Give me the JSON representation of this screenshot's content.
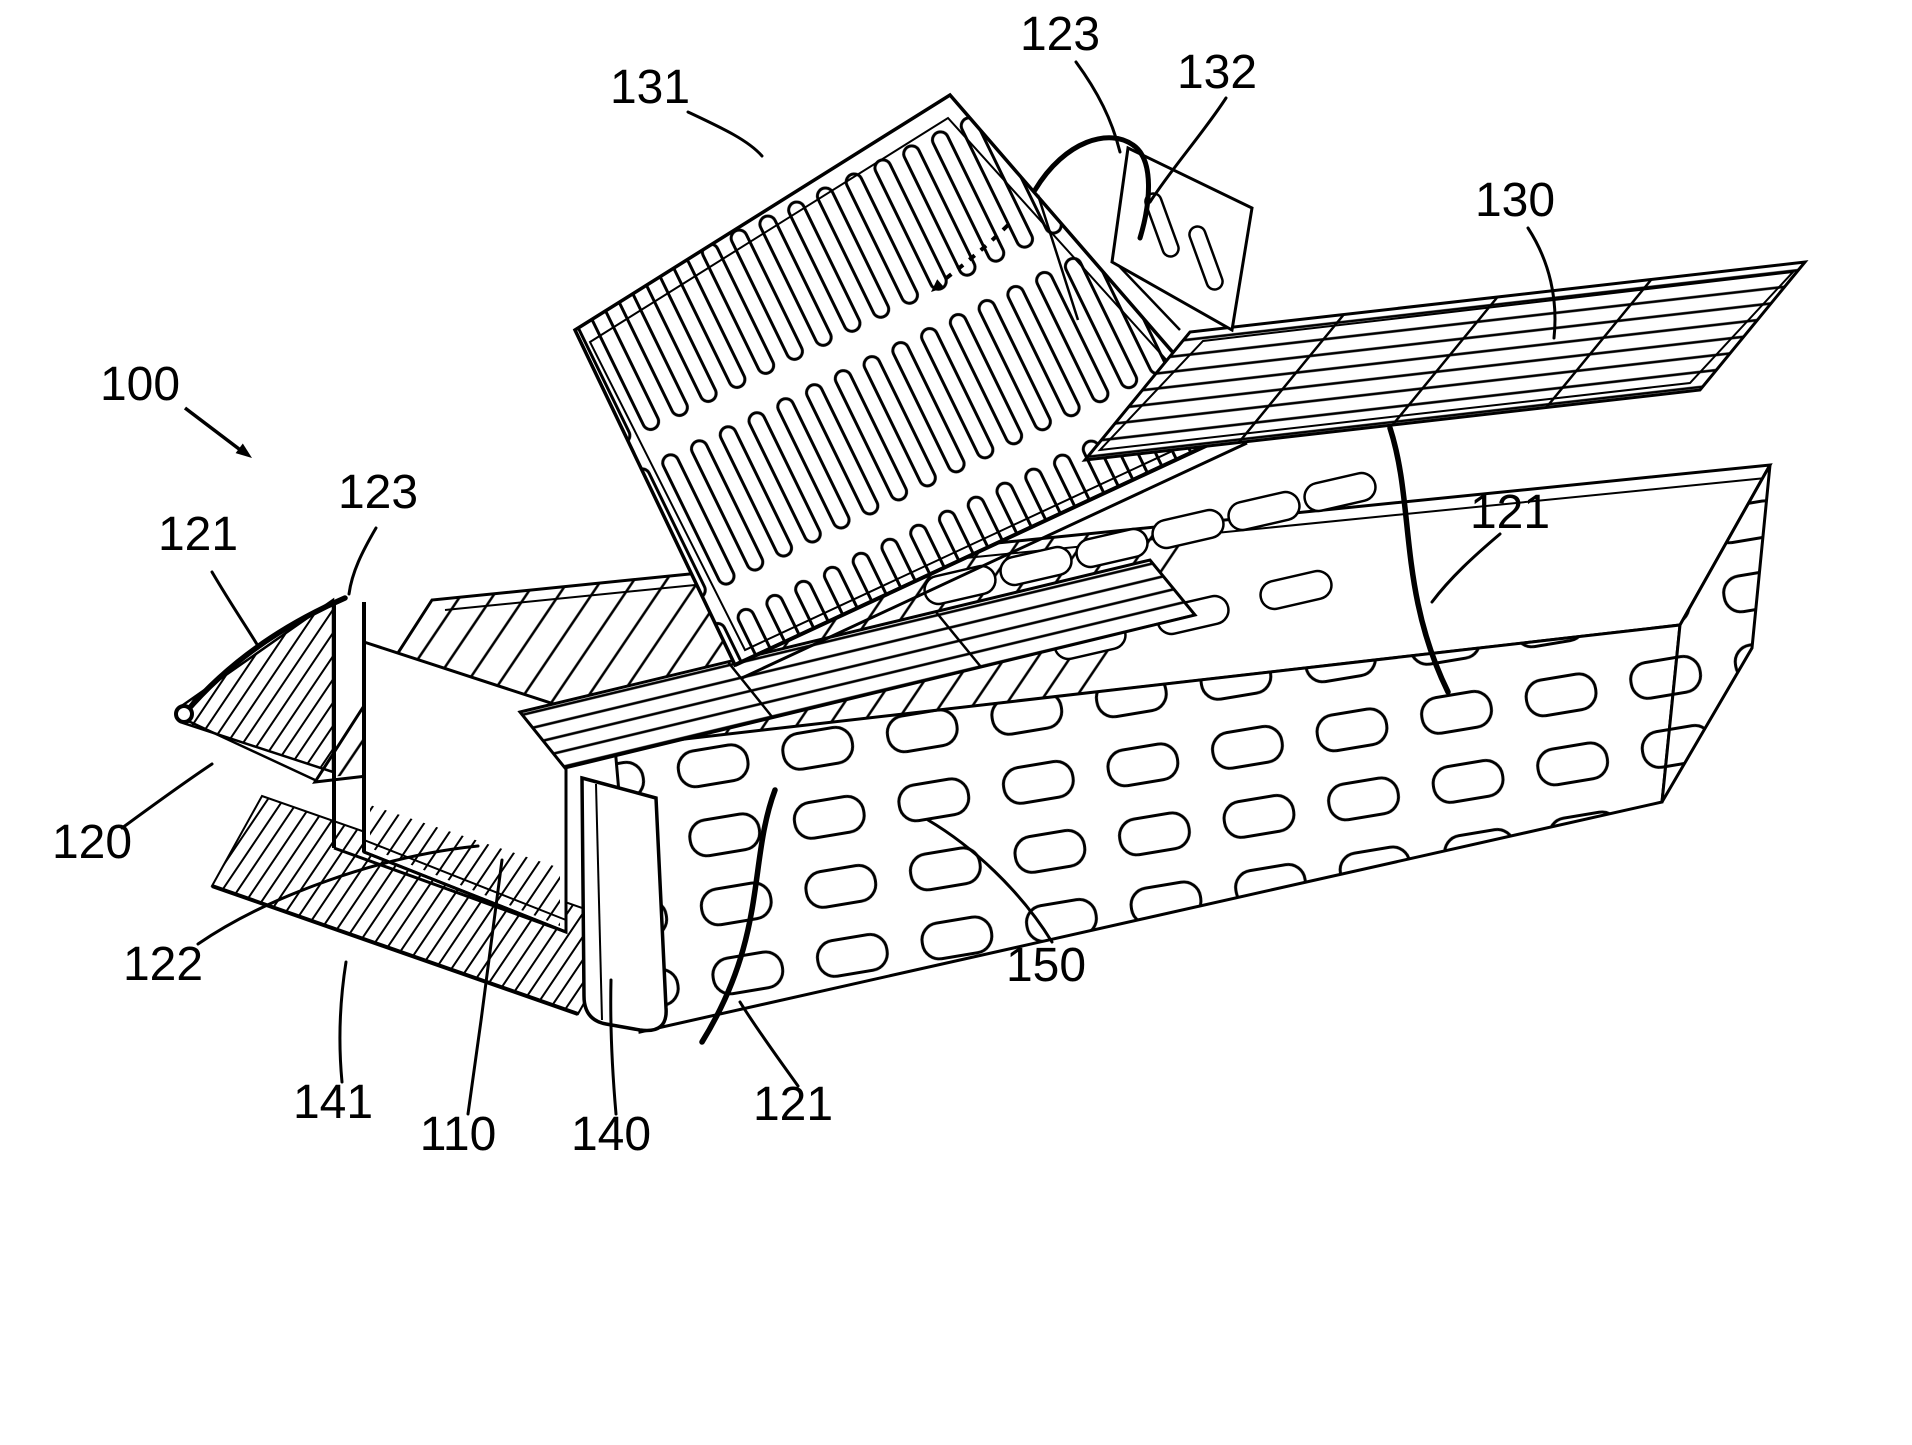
{
  "figure": {
    "type": "patent-line-drawing",
    "background": "#ffffff",
    "line_color": "#000000",
    "labels": [
      {
        "id": "100",
        "text": "100"
      },
      {
        "id": "110",
        "text": "110"
      },
      {
        "id": "120",
        "text": "120"
      },
      {
        "id": "121-left",
        "text": "121"
      },
      {
        "id": "121-right",
        "text": "121"
      },
      {
        "id": "121-bottom",
        "text": "121"
      },
      {
        "id": "122",
        "text": "122"
      },
      {
        "id": "123-left",
        "text": "123"
      },
      {
        "id": "123-top",
        "text": "123"
      },
      {
        "id": "130",
        "text": "130"
      },
      {
        "id": "131",
        "text": "131"
      },
      {
        "id": "132",
        "text": "132"
      },
      {
        "id": "140",
        "text": "140"
      },
      {
        "id": "141",
        "text": "141"
      },
      {
        "id": "150",
        "text": "150"
      }
    ]
  }
}
